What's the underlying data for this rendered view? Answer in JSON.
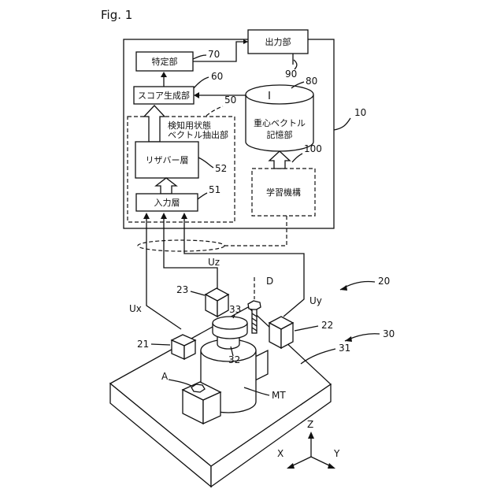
{
  "figure": {
    "label": "Fig. 1"
  },
  "system": {
    "ref": "10",
    "output_unit": {
      "label": "出力部",
      "ref": "90"
    },
    "identify_unit": {
      "label": "特定部",
      "ref": "70"
    },
    "score_unit": {
      "label": "スコア生成部",
      "ref": "60"
    },
    "extract_unit": {
      "label_line1": "検知用状態",
      "label_line2": "ベクトル抽出部",
      "ref": "50"
    },
    "reservoir_layer": {
      "label": "リザバー層",
      "ref": "52"
    },
    "input_layer": {
      "label": "入力層",
      "ref": "51"
    },
    "storage_unit": {
      "label_line1": "重心ベクトル",
      "label_line2": "記憶部",
      "ref": "80"
    },
    "learning_unit": {
      "label": "学習機構",
      "ref": "100"
    }
  },
  "machine": {
    "sensor_system_ref": "20",
    "machine_ref": "30",
    "table_ref": "31",
    "chuck_ref": "32",
    "workpiece_ref": "33",
    "sensor_x_ref": "21",
    "sensor_y_ref": "22",
    "sensor_z_ref": "23",
    "signal_x": "Ux",
    "signal_y": "Uy",
    "signal_z": "Uz",
    "bolt_a": "A",
    "bolt_d": "D",
    "motor": "MT"
  },
  "axes": {
    "z": "Z",
    "x": "X",
    "y": "Y"
  }
}
